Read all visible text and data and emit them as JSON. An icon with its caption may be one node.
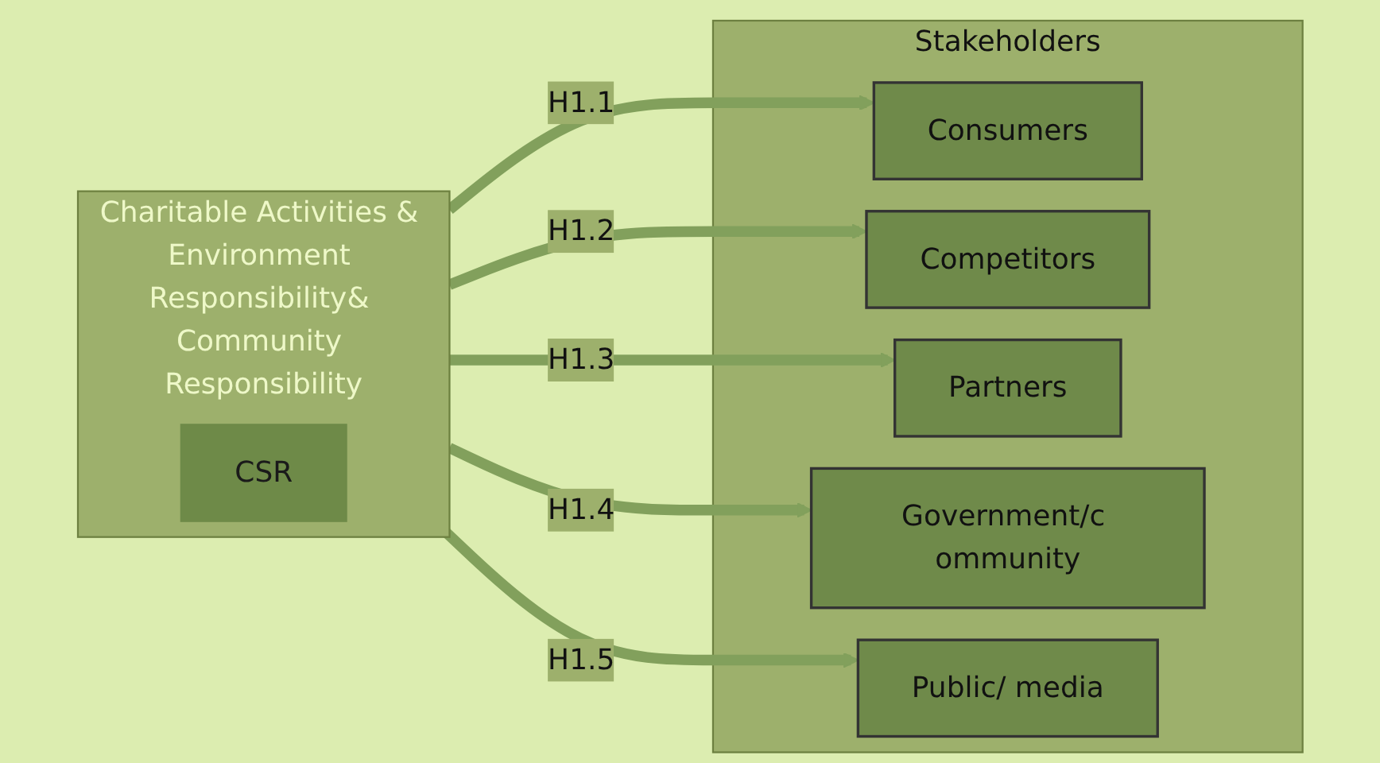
{
  "diagram": {
    "nodes": [
      {
        "text": [
          "Charitable Activities & Environment Responsibility& Community Responsibility"
        ]
      },
      {
        "text": [
          "CSR"
        ],
        "in": 0
      },
      {
        "text": [
          "Stakeholders"
        ]
      },
      {
        "text": [
          "Consumers"
        ],
        "in": 2
      },
      {
        "text": [
          "Competitors"
        ],
        "in": 2
      },
      {
        "text": [
          "Partners"
        ],
        "in": 2
      },
      {
        "text": [
          "Government/c ommunity"
        ],
        "in": 2
      },
      {
        "text": [
          "Public/ media"
        ],
        "in": 2
      }
    ],
    "edges": [
      {
        "from": 0,
        "to": 3,
        "arrow": "to",
        "label": "H1.1"
      },
      {
        "from": 0,
        "to": 4,
        "arrow": "to",
        "label": "H1.2"
      },
      {
        "from": 0,
        "to": 5,
        "arrow": "to",
        "label": "H1.3"
      },
      {
        "from": 0,
        "to": 6,
        "arrow": "to",
        "label": "H1.4"
      },
      {
        "from": 0,
        "to": 7,
        "arrow": "to",
        "label": "H1.5"
      }
    ]
  }
}
